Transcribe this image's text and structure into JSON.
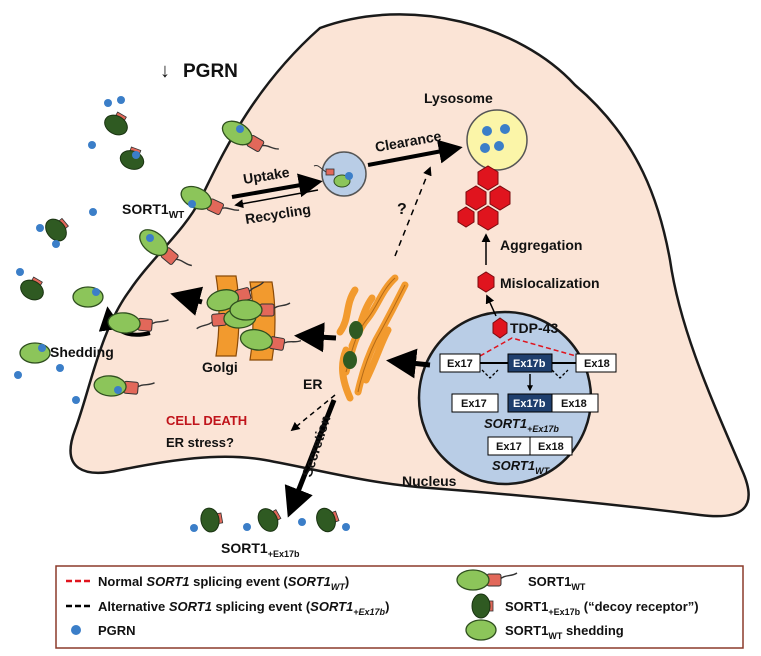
{
  "labels": {
    "pgrn_arrow": "↓",
    "pgrn_title": "PGRN",
    "lysosome": "Lysosome",
    "clearance": "Clearance",
    "uptake": "Uptake",
    "recycling": "Recycling",
    "sort1wt_base": "SORT1",
    "sort1wt_sub": "WT",
    "question": "?",
    "aggregation": "Aggregation",
    "mislocalization": "Mislocalization",
    "tdp43": "TDP-43",
    "shedding": "Shedding",
    "golgi": "Golgi",
    "er": "ER",
    "cell_death": "CELL DEATH",
    "er_stress": "ER stress?",
    "secretion": "Secretion",
    "nucleus": "Nucleus",
    "sort1ex17b_base": "SORT1",
    "sort1ex17b_sub": "+Ex17b"
  },
  "exons": {
    "ex17": "Ex17",
    "ex17b": "Ex17b",
    "ex18": "Ex18",
    "transcript_plus_base": "SORT1",
    "transcript_plus_sub": "+Ex17b",
    "transcript_wt_base": "SORT1",
    "transcript_wt_sub": "WT"
  },
  "legend": {
    "normal_pre": "Normal ",
    "normal_gene": "SORT1",
    "normal_post": " splicing event (",
    "normal_paren_base": "SORT1",
    "normal_paren_sub": "WT",
    "normal_close": ")",
    "alt_pre": "Alternative ",
    "alt_gene": "SORT1",
    "alt_post": " splicing event (",
    "alt_paren_base": "SORT1",
    "alt_paren_sub": "+Ex17b",
    "alt_close": ")",
    "pgrn": "PGRN",
    "wt_base": "SORT1",
    "wt_sub": "WT",
    "decoy_base": "SORT1",
    "decoy_sub": "+Ex17b",
    "decoy_note": " (“decoy receptor”)",
    "shed_base": "SORT1",
    "shed_sub": "WT",
    "shed_note": " shedding"
  },
  "colors": {
    "cell_fill": "#fbe4d6",
    "nucleus_fill": "#b9cde6",
    "receptor_green": "#8cc55a",
    "receptor_dark": "#2f5a22",
    "receptor_red": "#e2685a",
    "pgrn_blue": "#3b7ec8",
    "er_orange": "#f29a2e",
    "tdp43_red": "#e0141e",
    "exon_blue": "#1f3f6e",
    "cell_death_red": "#c0141b",
    "legend_border": "#8b3a2a"
  }
}
